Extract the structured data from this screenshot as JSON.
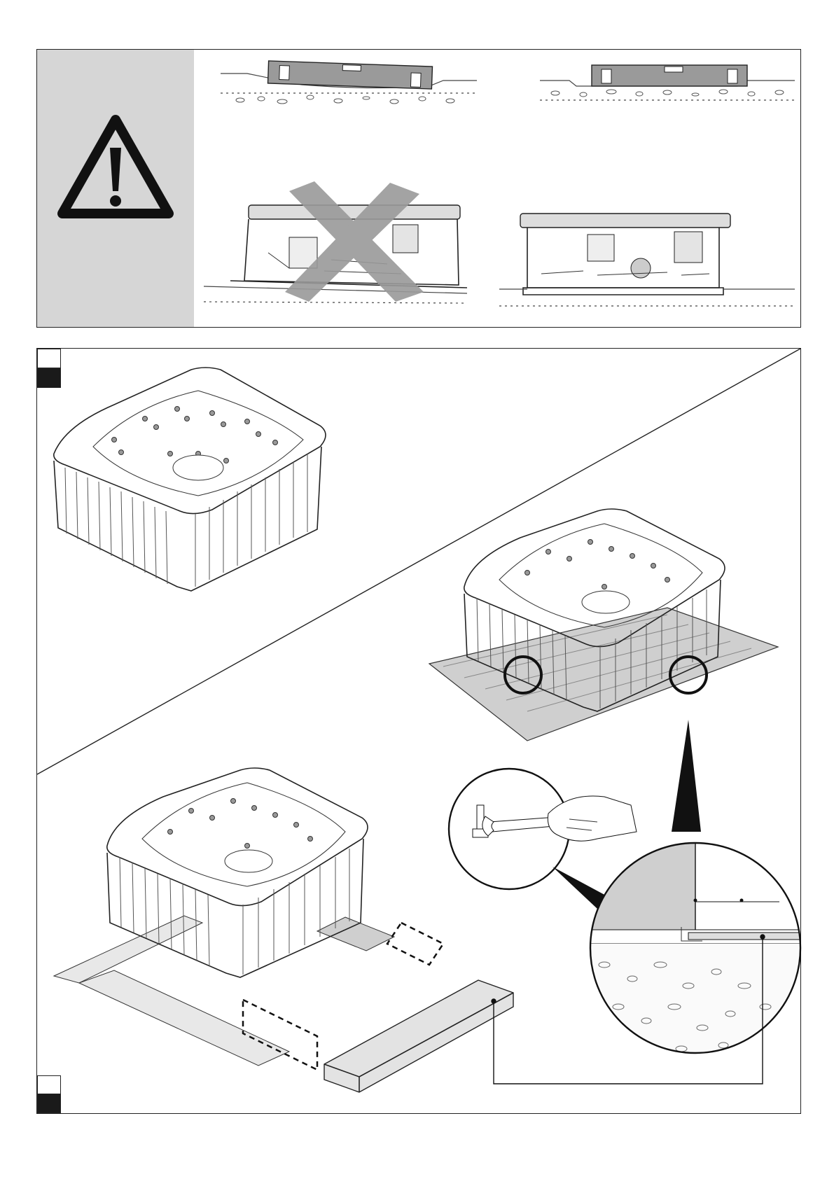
{
  "warning": {
    "icon": "warning-triangle-icon",
    "grey_panel_color": "#d6d6d6",
    "correct_icon": "spirit-level-icon",
    "wrong_mark_color": "#9a9a9a"
  },
  "steps": [
    {
      "box_top": "white",
      "box_bottom": "black"
    },
    {
      "box_top": "white",
      "box_bottom": "black"
    }
  ],
  "icons": [
    "spa-tub-icon",
    "spirit-level-icon",
    "wrench-icon",
    "bolt-icon",
    "hand-icon",
    "magnifier-detail-icon"
  ]
}
